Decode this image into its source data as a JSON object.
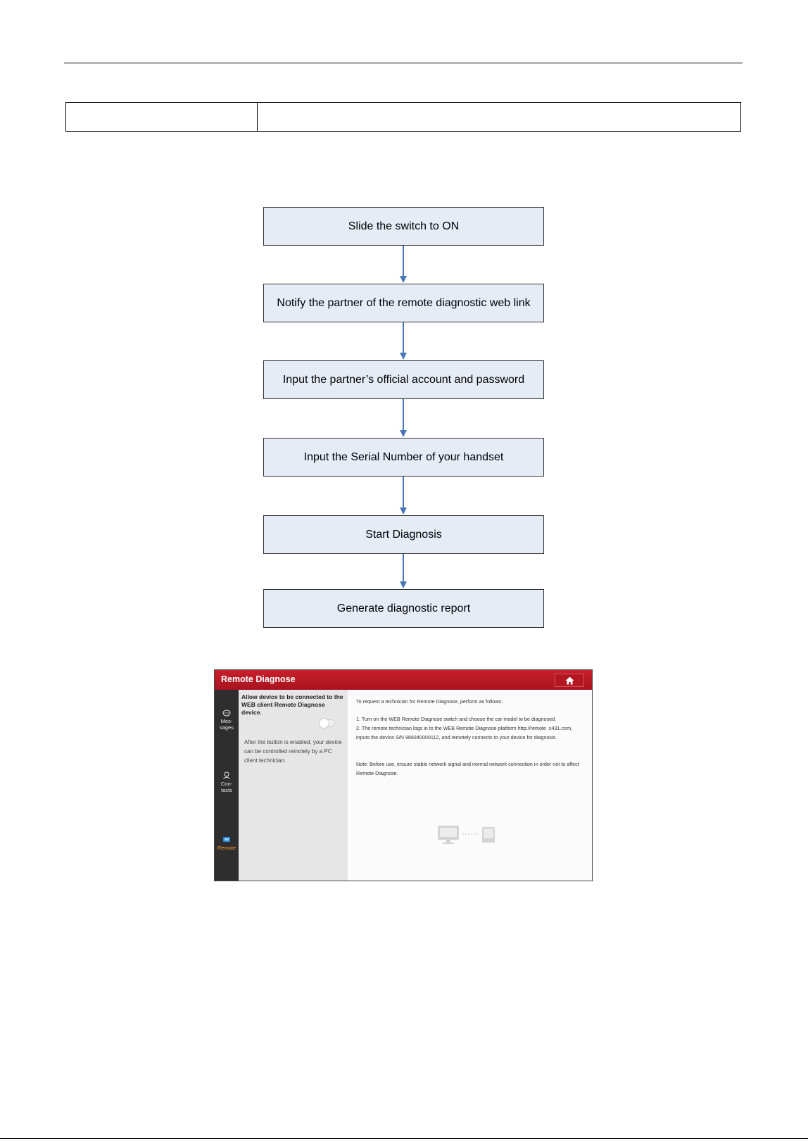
{
  "flowchart": {
    "steps": [
      "Slide the switch to ON",
      "Notify the partner of the remote diagnostic web link",
      "Input the partner’s official account and password",
      "Input the Serial Number of your handset",
      "Start Diagnosis",
      "Generate diagnostic report"
    ]
  },
  "app": {
    "title": "Remote Diagnose",
    "home_icon": "home-icon",
    "sidebar": [
      {
        "label_line1": "Mes-",
        "label_line2": "sages",
        "icon": "message-icon"
      },
      {
        "label_line1": "Con-",
        "label_line2": "tacts",
        "icon": "contacts-icon"
      },
      {
        "label_line1": "Remote",
        "label_line2": "",
        "icon": "remote-icon",
        "active": true
      }
    ],
    "left_panel": {
      "allow_text": "Allow device to be connected to the WEB client Remote Diagnose device.",
      "after_text": "After the button is enabled, your device can be controlled remotely by a PC client technician."
    },
    "main": {
      "intro": "To request a technician for Remote Diagnose, perform as follows:",
      "step1": " 1. Turn on the WEB Remote Diagnose switch and choose the car model to be diagnosed.",
      "step2": " 2. The remote technician logs in to the WEB Remote Diagnose platform http://remote .x431.com, inputs the device S/N 989340000112, and remotely connects to your device for diagnosis.",
      "note": " Note: Before use, ensure stable network signal and normal network connection in order not to affect Remote Diagnose."
    },
    "colors": {
      "titlebar": "#b5171f",
      "sidebar": "#2e2e2e",
      "active": "#ff9a2a"
    }
  }
}
